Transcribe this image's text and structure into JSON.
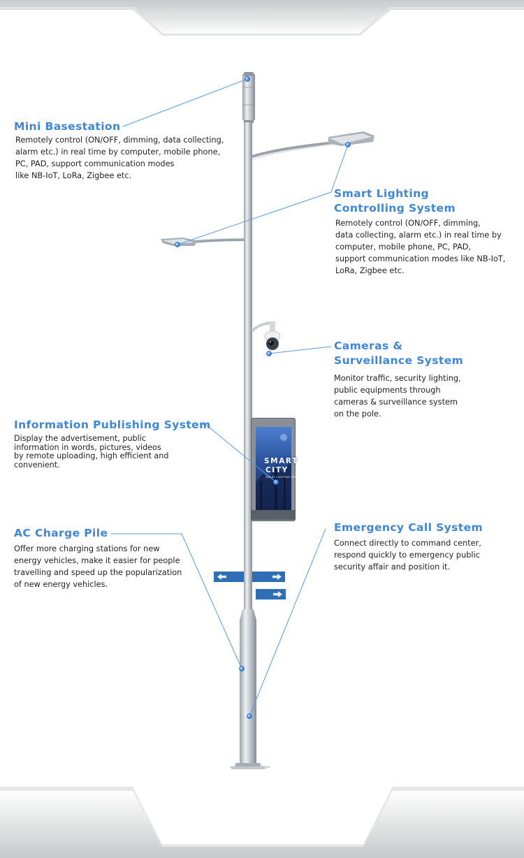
{
  "callouts": {
    "mini_basestation": {
      "title": "Mini Basestation",
      "lines": [
        "Remotely control (ON/OFF, dimming, data collecting,",
        "alarm etc.) in real time by computer, mobile phone,",
        "PC, PAD, support communication modes",
        "like NB-IoT, LoRa, Zigbee etc."
      ]
    },
    "smart_lighting": {
      "title_lines": [
        "Smart Lighting",
        "Controlling System"
      ],
      "lines": [
        "Remotely control (ON/OFF, dimming,",
        "data collecting, alarm etc.) in real time by",
        "computer, mobile phone, PC, PAD,",
        "support communication modes like NB-IoT,",
        "LoRa, Zigbee etc."
      ]
    },
    "cameras": {
      "title_lines": [
        "Cameras &",
        "Surveillance System"
      ],
      "lines": [
        "Monitor traffic, security lighting,",
        "public equipments through",
        "cameras & surveillance system",
        "on the pole."
      ]
    },
    "info_publishing": {
      "title": "Information Publishing System",
      "lines": [
        "Display the advertisement, public",
        "information in words, pictures, videos",
        "by remote uploading, high efficient and",
        "convenient."
      ]
    },
    "ac_charge": {
      "title": "AC Charge Pile",
      "lines": [
        "Offer more charging stations for new",
        "energy vehicles, make it easier for people",
        "travelling and speed up the popularization",
        "of new energy vehicles."
      ]
    },
    "emergency": {
      "title": "Emergency Call System",
      "lines": [
        "Connect directly to command center,",
        "respond quickly to emergency public",
        "security affair and position it."
      ]
    }
  },
  "screen": {
    "line1": "SMART",
    "line2": "CITY",
    "small": "SMART LIGHTING SYSTEM"
  },
  "colors": {
    "accent": "#3f86d6",
    "text": "#222222",
    "sign": "#2f6db5",
    "frame_gray": "#d9dadb"
  }
}
